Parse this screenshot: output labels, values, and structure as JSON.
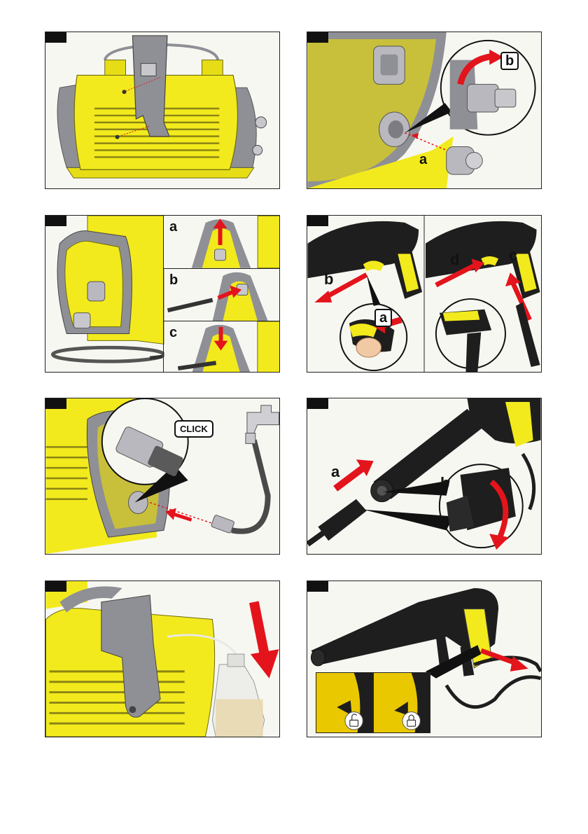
{
  "colors": {
    "housing_yellow": "#f2ea1c",
    "housing_grey": "#8f9096",
    "arrow_red": "#e3141b",
    "gun_black": "#1e1e1e",
    "frame_black": "#111111"
  },
  "figure1": {
    "icons": [
      "pressure-washer-body-icon",
      "gun-holder-bracket-icon",
      "screw-icon"
    ]
  },
  "figure2": {
    "labels": {
      "a": "a",
      "b": "b"
    },
    "icons": [
      "water-inlet-coupling-icon",
      "rotate-arrow-icon"
    ]
  },
  "figure3": {
    "labels": {
      "a": "a",
      "b": "b",
      "c": "c"
    },
    "icons": [
      "high-pressure-hose-icon",
      "pull-arrow-icon",
      "push-arrow-icon"
    ]
  },
  "figure4": {
    "labels": {
      "a": "a",
      "b": "b",
      "c": "c",
      "d": "d"
    },
    "icons": [
      "spray-gun-icon",
      "hose-release-button-icon"
    ]
  },
  "figure5": {
    "click_text": "CLICK",
    "icons": [
      "garden-tap-icon",
      "garden-hose-icon",
      "coupling-icon"
    ]
  },
  "figure6": {
    "labels": {
      "a": "a",
      "b": "b"
    },
    "icons": [
      "spray-lance-icon",
      "twist-lock-icon"
    ]
  },
  "figure7": {
    "icons": [
      "detergent-bottle-icon",
      "suction-tube-icon",
      "down-arrow-icon"
    ]
  },
  "figure8": {
    "icons": [
      "spray-gun-icon",
      "unlocked-padlock-icon",
      "locked-padlock-icon",
      "pull-arrow-icon"
    ]
  }
}
